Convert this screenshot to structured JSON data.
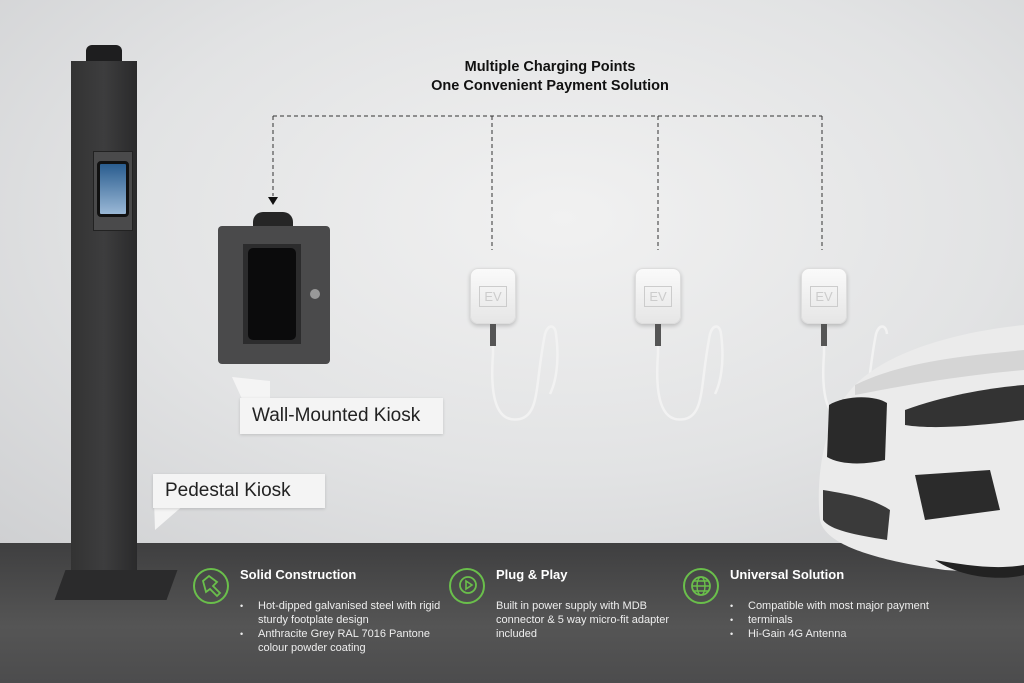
{
  "headline": {
    "line1": "Multiple Charging Points",
    "line2": "One Convenient Payment Solution"
  },
  "callouts": {
    "wall": "Wall-Mounted Kiosk",
    "pedestal": "Pedestal Kiosk"
  },
  "charger_label": "EV",
  "accent_color": "#6abf4b",
  "features": [
    {
      "icon": "hammer-icon",
      "title": "Solid Construction",
      "bullets": [
        "Hot-dipped galvanised steel with rigid sturdy footplate design",
        "Anthracite Grey RAL 7016 Pantone colour powder coating"
      ]
    },
    {
      "icon": "play-plug-icon",
      "title": "Plug & Play",
      "text": "Built in power supply with MDB connector & 5 way micro-fit adapter included"
    },
    {
      "icon": "globe-icon",
      "title": "Universal Solution",
      "bullets": [
        "Compatible with most major payment",
        "terminals",
        "Hi-Gain 4G Antenna"
      ]
    }
  ]
}
